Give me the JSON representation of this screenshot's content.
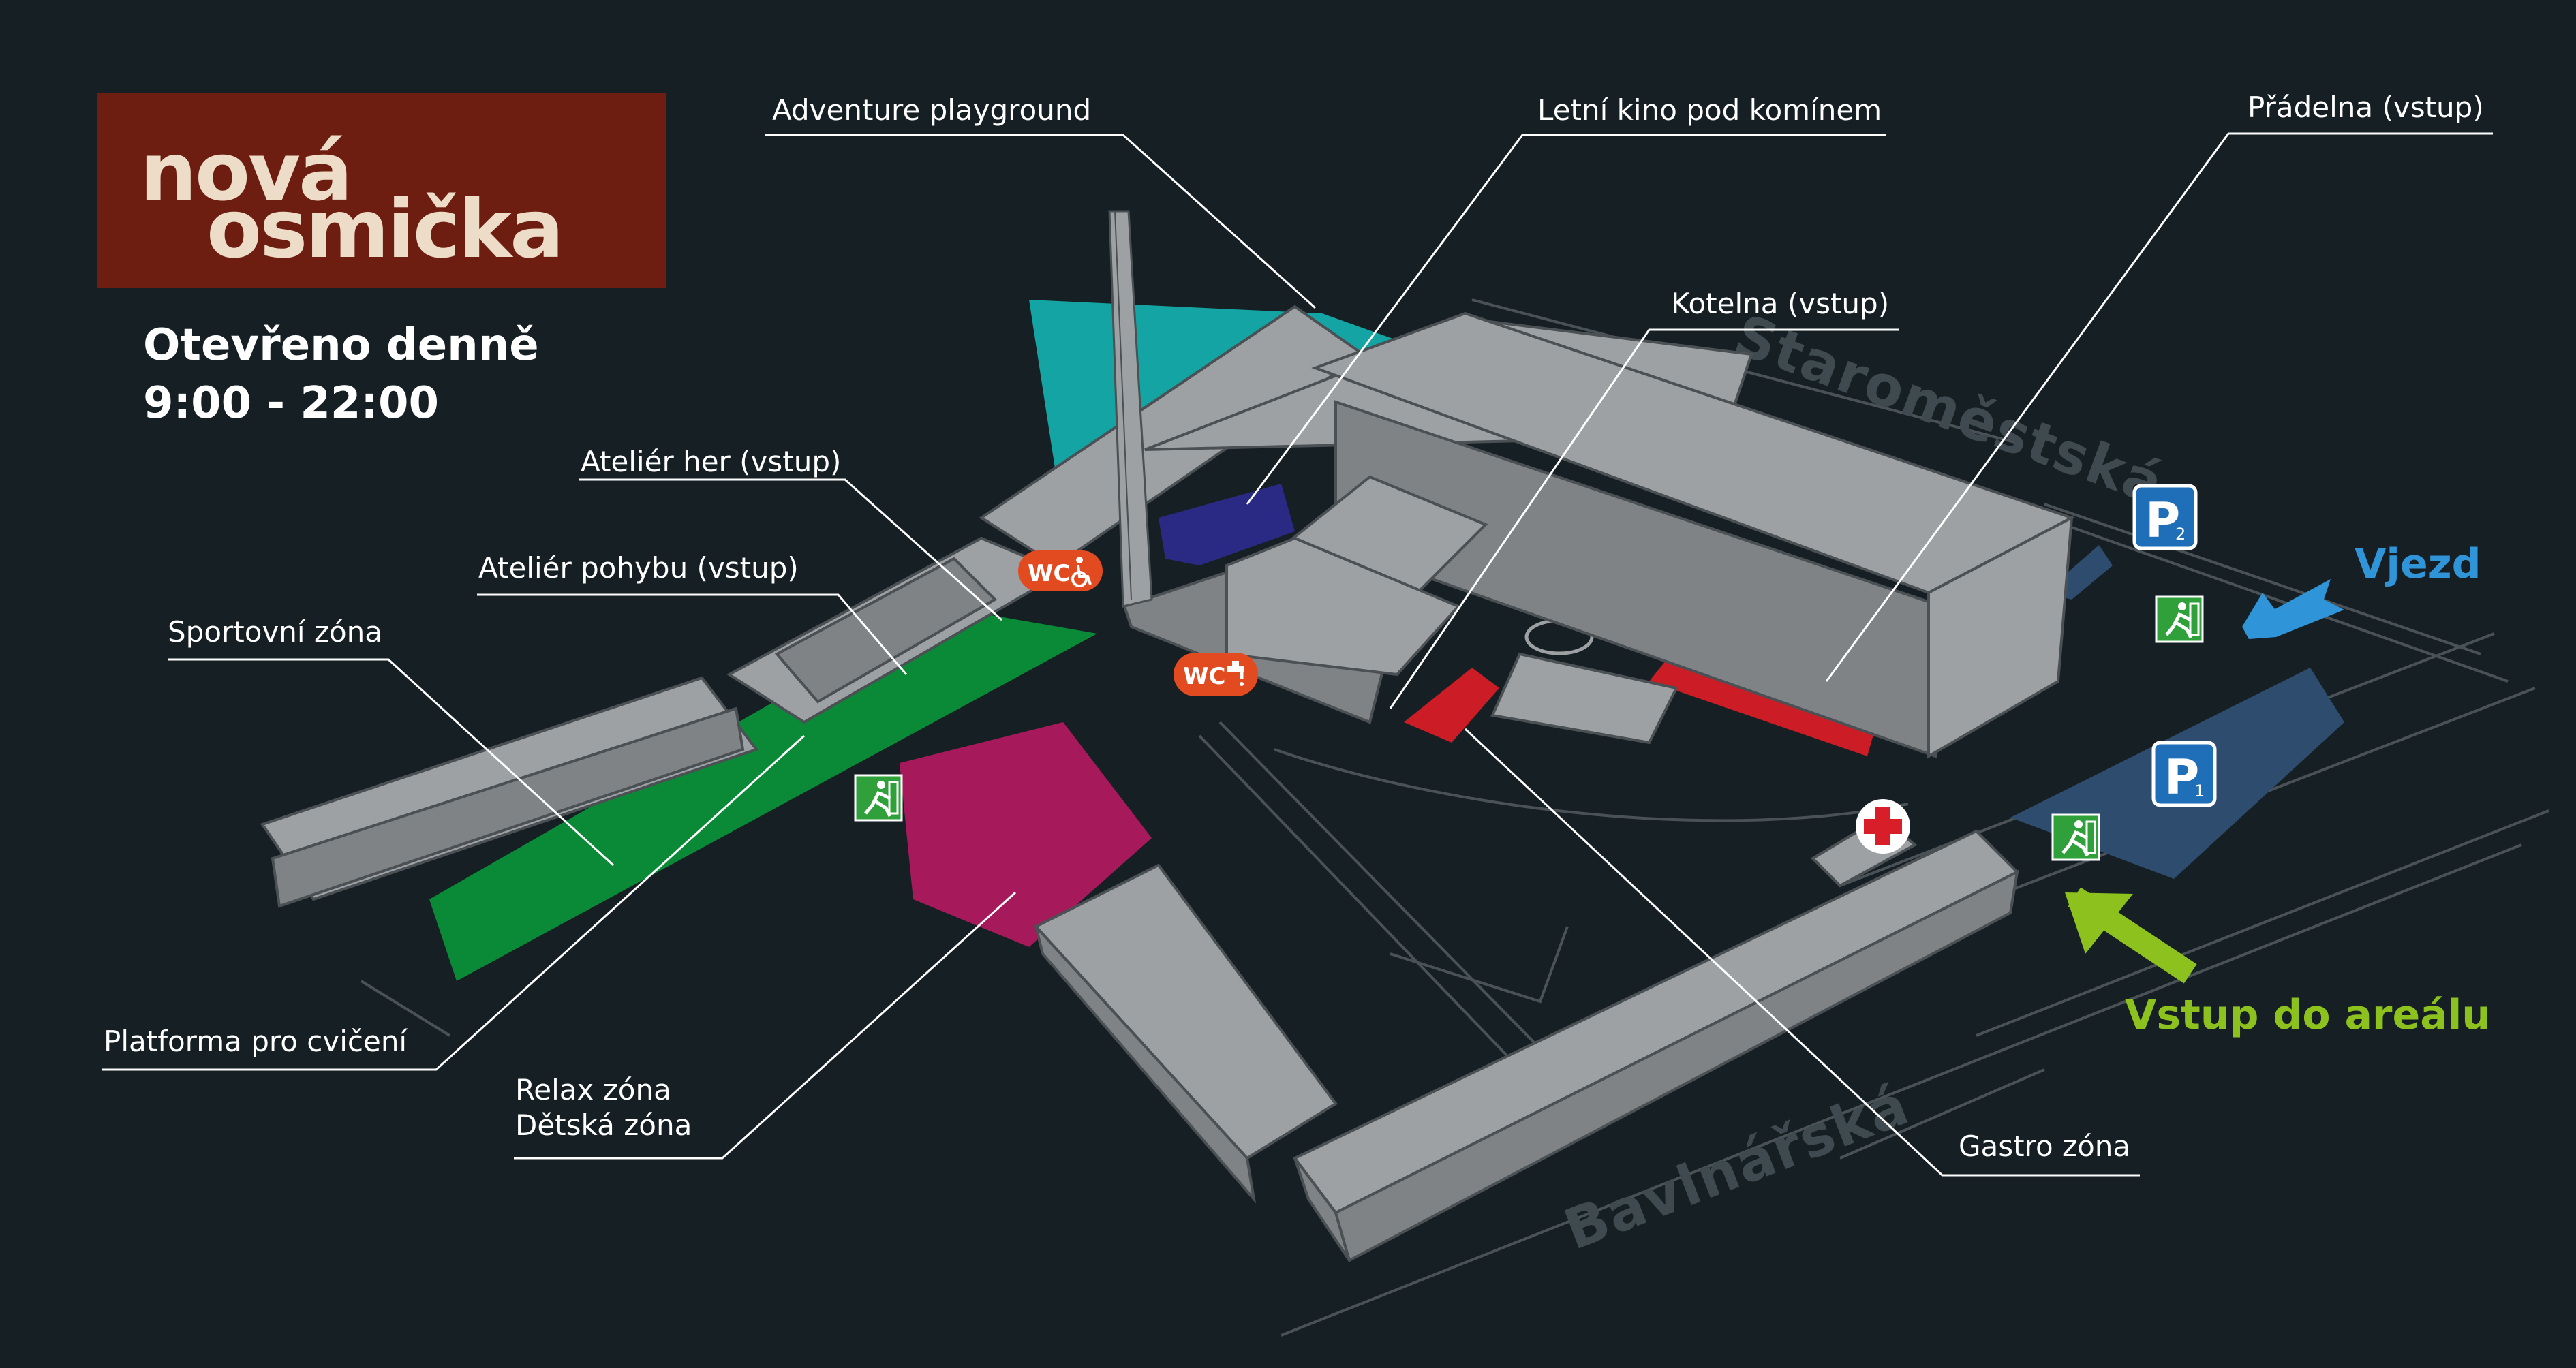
{
  "logo": {
    "line1": "nová",
    "line2": "osmička"
  },
  "hours": {
    "line1": "Otevřeno denně",
    "line2": "9:00 - 22:00"
  },
  "labels": {
    "adventure": "Adventure playground",
    "kino": "Letní kino pod komínem",
    "pradelna": "Přádelna (vstup)",
    "kotelna": "Kotelna (vstup)",
    "atelier_her": "Ateliér her (vstup)",
    "atelier_pohybu": "Ateliér pohybu (vstup)",
    "sport": "Sportovní zóna",
    "platforma": "Platforma pro cvičení",
    "relax": "Relax zóna",
    "detska": "Dětská zóna",
    "gastro": "Gastro zóna",
    "vjezd": "Vjezd",
    "vstup": "Vstup do areálu"
  },
  "streets": {
    "north": "Staroměstská",
    "south": "Bavlnářská"
  },
  "badges": {
    "wc": "WC",
    "p2": "P",
    "p2_sub": "2",
    "p1": "P",
    "p1_sub": "1"
  },
  "colors": {
    "background": "#162024",
    "logo_bg": "#6e1e10",
    "sport": "#0a8a36",
    "relax": "#a61a5c",
    "kino": "#2a2a85",
    "adventure": "#14a4a4",
    "gastro": "#cc1c26",
    "parking": "#2e4d6e",
    "wc": "#e24a20",
    "exit": "#2fa03a",
    "vjezd": "#2f95d8",
    "vstup": "#8cc11e"
  },
  "icons": [
    "wc-icon",
    "wheelchair-icon",
    "water-tap-icon",
    "first-aid-icon",
    "emergency-exit-icon",
    "parking-icon",
    "arrow-icon"
  ]
}
